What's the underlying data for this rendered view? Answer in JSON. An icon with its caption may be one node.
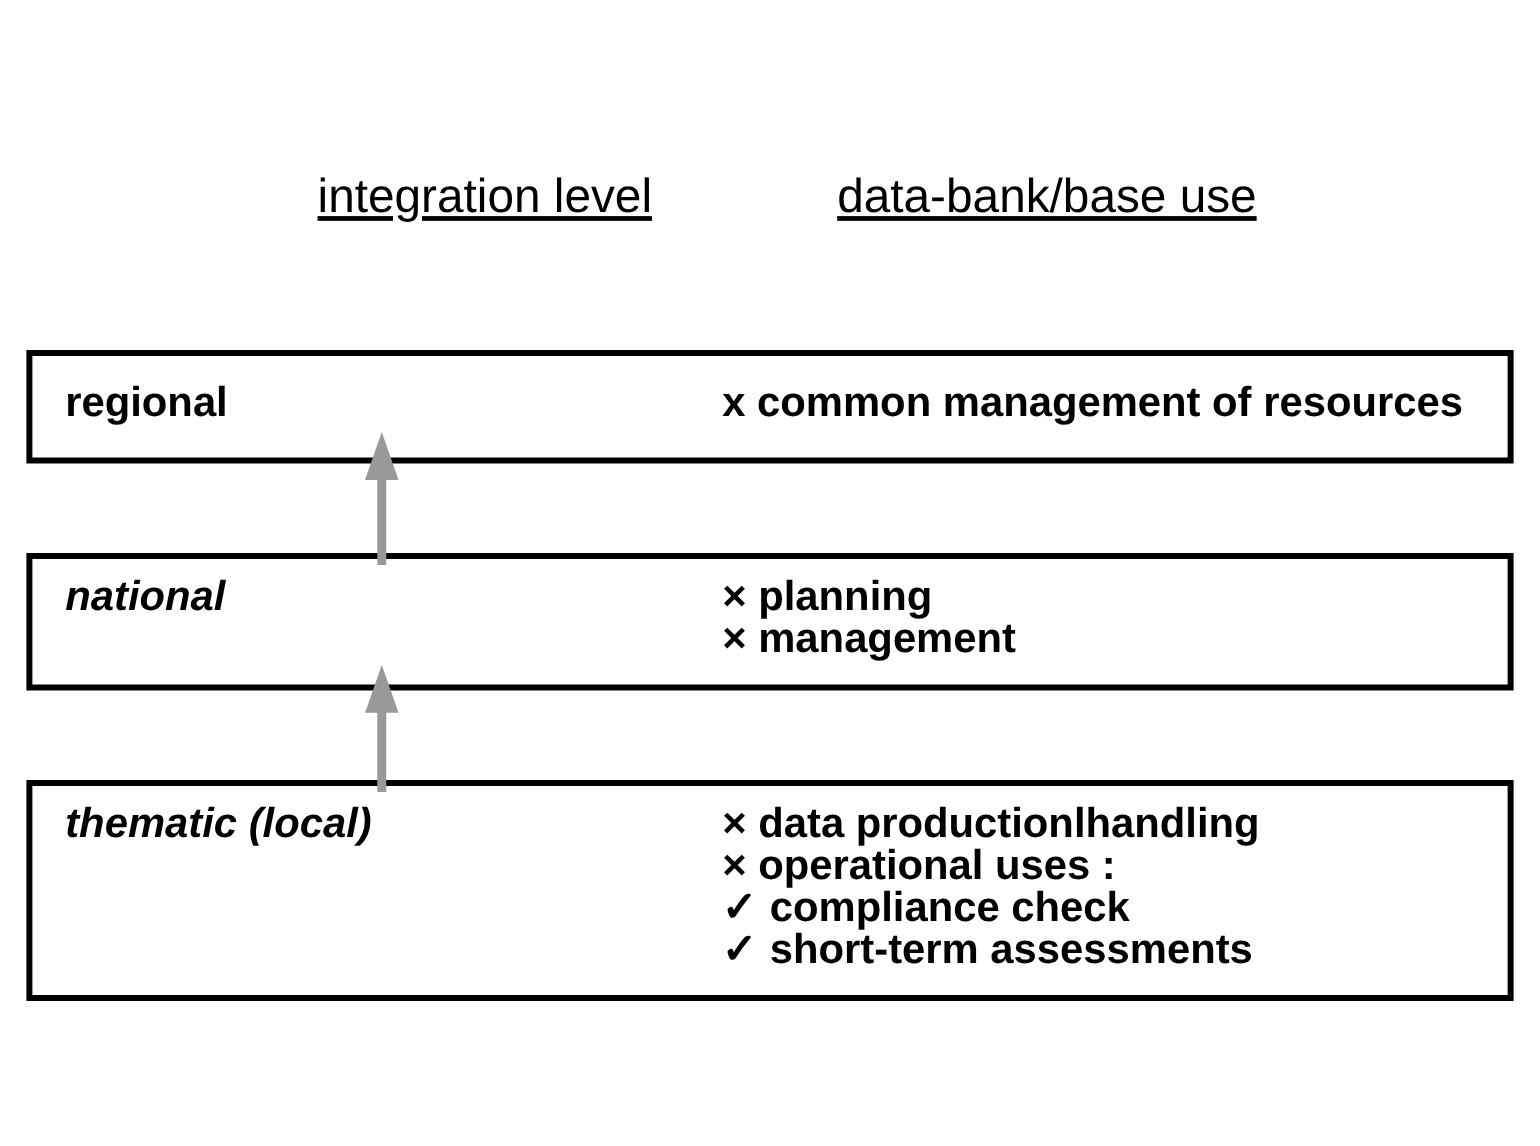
{
  "diagram": {
    "nodes": [
      {
        "text": [
          "regional",
          "x common management of resources"
        ]
      },
      {
        "text": [
          "national",
          "× planning",
          "× management"
        ]
      },
      {
        "text": [
          "thematic (local)",
          "× data productionlhandling",
          "× operational uses :",
          "✓ compliance check",
          "✓ short-term assessments"
        ]
      }
    ],
    "edges": [
      {
        "from": 2,
        "to": 1,
        "arrow": "to"
      },
      {
        "from": 1,
        "to": 0,
        "arrow": "to"
      }
    ],
    "labels": [
      "integration level",
      "data-bank/base use"
    ]
  }
}
